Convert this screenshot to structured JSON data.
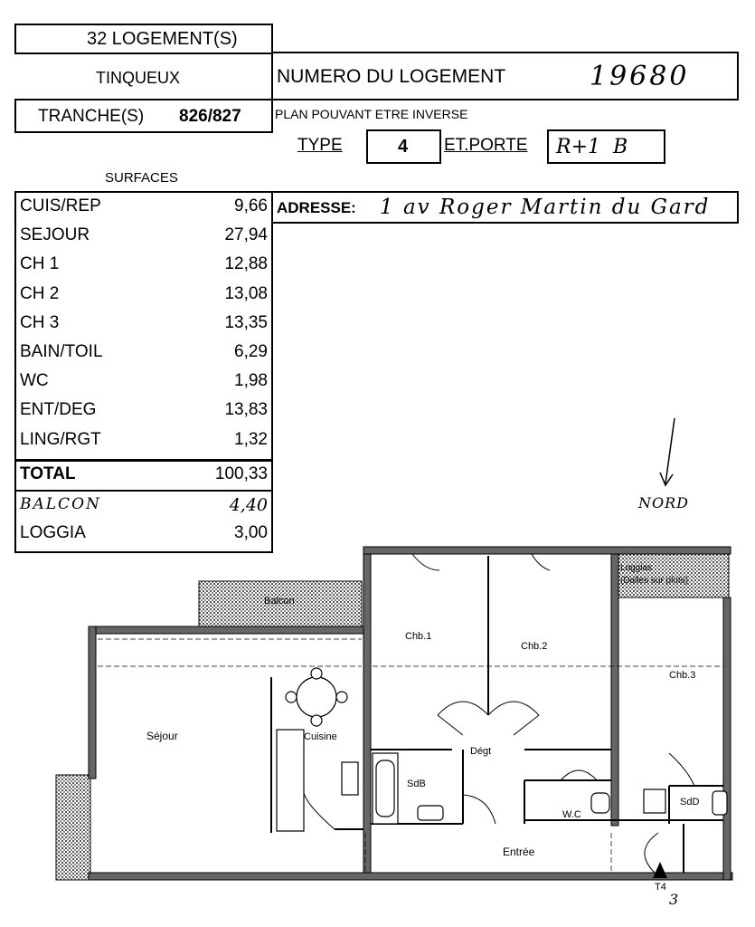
{
  "header": {
    "logements": "32 LOGEMENT(S)",
    "commune": "TINQUEUX",
    "numero_label": "NUMERO DU LOGEMENT",
    "numero_value": "19680",
    "tranche_label": "TRANCHE(S)",
    "tranche_value": "826/827",
    "plan_note": "PLAN POUVANT ETRE INVERSE",
    "type_label": "TYPE",
    "type_value": "4",
    "etporte_label": "ET.PORTE",
    "etporte_value": "R+1  B"
  },
  "surfaces": {
    "title": "SURFACES",
    "rows": [
      {
        "label": "CUIS/REP",
        "value": "9,66"
      },
      {
        "label": "SEJOUR",
        "value": "27,94"
      },
      {
        "label": "CH 1",
        "value": "12,88"
      },
      {
        "label": "CH 2",
        "value": "13,08"
      },
      {
        "label": "CH 3",
        "value": "13,35"
      },
      {
        "label": "BAIN/TOIL",
        "value": "6,29"
      },
      {
        "label": "WC",
        "value": "1,98"
      },
      {
        "label": "ENT/DEG",
        "value": "13,83"
      },
      {
        "label": "LING/RGT",
        "value": "1,32"
      }
    ],
    "total_label": "TOTAL",
    "total_value": "100,33",
    "extras": [
      {
        "label": "BALCON",
        "value": "4,40"
      },
      {
        "label": "LOGGIA",
        "value": "3,00"
      }
    ]
  },
  "address": {
    "label": "ADRESSE:",
    "value": "1 av Roger Martin du Gard"
  },
  "compass": {
    "label": "NORD"
  },
  "plan": {
    "rooms": {
      "chb1": "Chb.1",
      "chb2": "Chb.2",
      "chb3": "Chb.3",
      "sejour": "Séjour",
      "cuisine": "Cuisine",
      "degt": "Dégt",
      "sdb": "SdB",
      "wc": "W.C",
      "sdd": "SdD",
      "entree": "Entrée",
      "balcon": "Balcon",
      "loggia_1": "Loggias",
      "loggia_2": "(Dalles sur plots)"
    },
    "markers": {
      "entry_ref": "T4",
      "entry_num": "3"
    }
  }
}
